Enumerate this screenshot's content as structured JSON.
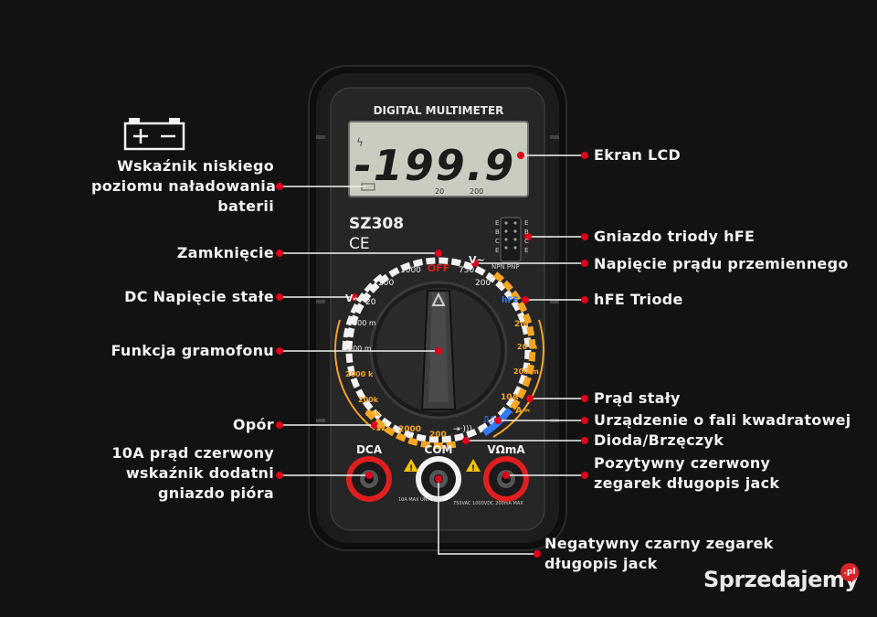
{
  "meter": {
    "brand_label": "DIGITAL MULTIMETER",
    "lcd_value": "-199.9",
    "lcd_scale_20": "20",
    "lcd_scale_200": "200",
    "model": "SZ308",
    "ce_mark": "CE",
    "hfe_left_letters": [
      "E",
      "B",
      "C",
      "E"
    ],
    "hfe_right_letters": [
      "E",
      "B",
      "C",
      "E"
    ],
    "hfe_types": "NPN PNP",
    "dial_labels": {
      "off": "OFF",
      "vac_symbol": "V~",
      "vac_750": "750",
      "vac_200": "200",
      "dcv_symbol": "V⎓",
      "dcv_1000": "1000",
      "dcv_200_top": "200",
      "dcv_20": "20",
      "dcv_2000m": "2000 m",
      "dcv_200m": "200 m",
      "hfe": "hFE",
      "dca_2m": "2m",
      "dca_20m": "20 m",
      "dca_200m": "200 m",
      "dca_10a": "10A",
      "dca_symbol": "A⎓",
      "square_wave": "⎍⎍",
      "diode_buzzer": "⇥·)))",
      "ohm_200": "200",
      "ohm_2000": "2000",
      "ohm_20k": "20k",
      "ohm_200k": "200k",
      "ohm_2000k": "2000 k",
      "ohm_symbol": "Ω"
    },
    "jack_labels": {
      "dca": "DCA",
      "com": "COM",
      "vohm": "VΩmA",
      "fuse_left": "10A MAX UNFUSED",
      "fuse_right": "750VAC 1000VDC 200mA MAX"
    }
  },
  "callouts": {
    "battery": [
      "Wskaźnik niskiego",
      "poziomu naładowania",
      "baterii"
    ],
    "lcd": "Ekran LCD",
    "close": "Zamknięcie",
    "hfe_socket": "Gniazdo triody hFE",
    "ac_voltage": "Napięcie prądu przemiennego",
    "dc_voltage": "DC Napięcie stałe",
    "hfe_triode": "hFE Triode",
    "dial": "Funkcja gramofonu",
    "dc_current": "Prąd stały",
    "square_wave": "Urządzenie o fali kwadratowej",
    "resistance": "Opór",
    "diode": "Dioda/Brzęczyk",
    "ten_a": [
      "10A prąd czerwony",
      "wskaźnik dodatni",
      "gniazdo pióra"
    ],
    "positive": [
      "Pozytywny czerwony",
      "zegarek długopis jack"
    ],
    "negative": [
      "Negatywny czarny zegarek",
      "długopis jack"
    ]
  },
  "watermark": {
    "brand": "Sprzedajemy",
    "tld": ".pl"
  },
  "colors": {
    "background": "#121212",
    "callout_dot": "#e0001b",
    "lcd": "#c9cdbf",
    "orange_scale": "#f5a623",
    "blue_scale": "#2f7cf6",
    "red_ring": "#e01e1e"
  },
  "icons": [
    "battery-icon",
    "warning-triangle-icon"
  ]
}
